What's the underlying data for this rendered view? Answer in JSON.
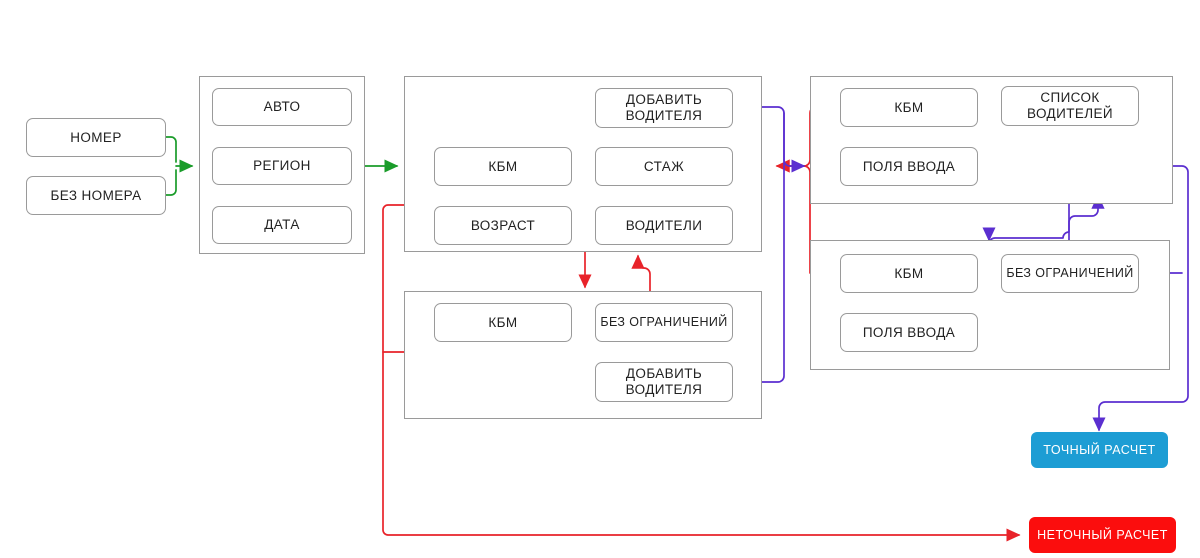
{
  "diagram": {
    "title": "OSAGO calculator flow",
    "colors": {
      "green": "#1a9c2a",
      "red": "#e8232a",
      "purple": "#5b2fd0",
      "blue_button": "#1d9dd4",
      "red_button": "#fb0d0d",
      "box_border": "#9a9a9a",
      "text": "#222222"
    }
  },
  "entry": {
    "options": [
      {
        "label": "НОМЕР"
      },
      {
        "label": "БЕЗ НОМЕРА"
      }
    ]
  },
  "vehicle_group": {
    "items": [
      {
        "label": "АВТО"
      },
      {
        "label": "РЕГИОН"
      },
      {
        "label": "ДАТА"
      }
    ]
  },
  "drivers_limited_group": {
    "items": [
      {
        "label": "ДОБАВИТЬ ВОДИТЕЛЯ"
      },
      {
        "label": "КБМ"
      },
      {
        "label": "СТАЖ"
      },
      {
        "label": "ВОЗРАСТ"
      },
      {
        "label": "ВОДИТЕЛИ"
      }
    ]
  },
  "drivers_unlimited_group": {
    "items": [
      {
        "label": "КБМ"
      },
      {
        "label": "БЕЗ ОГРАНИЧЕНИЙ"
      },
      {
        "label": "ДОБАВИТЬ ВОДИТЕЛЯ"
      }
    ]
  },
  "owner_group": {
    "items": [
      {
        "label": "КБМ"
      },
      {
        "label": "СПИСОК ВОДИТЕЛЕЙ"
      },
      {
        "label": "ПОЛЯ ВВОДА"
      }
    ]
  },
  "owner_unlimited_group": {
    "items": [
      {
        "label": "КБМ"
      },
      {
        "label": "БЕЗ ОГРАНИЧЕНИЙ"
      },
      {
        "label": "ПОЛЯ ВВОДА"
      }
    ]
  },
  "results": {
    "exact": {
      "label": "ТОЧНЫЙ РАСЧЕТ"
    },
    "inexact": {
      "label": "НЕТОЧНЫЙ РАСЧЕТ"
    }
  }
}
